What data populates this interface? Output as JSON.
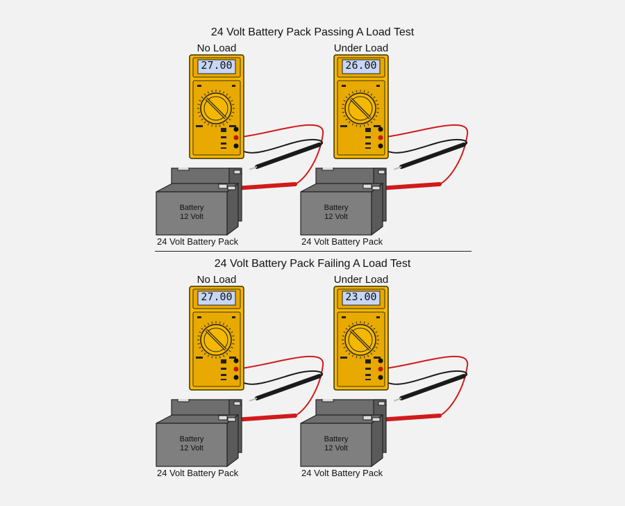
{
  "sections": [
    {
      "title": "24 Volt Battery Pack Passing A Load Test",
      "panels": [
        {
          "label": "No Load",
          "reading": "27.00",
          "battery_line1": "Battery",
          "battery_line2": "12 Volt",
          "pack_label": "24 Volt Battery Pack"
        },
        {
          "label": "Under Load",
          "reading": "26.00",
          "battery_line1": "Battery",
          "battery_line2": "12 Volt",
          "pack_label": "24 Volt Battery Pack"
        }
      ]
    },
    {
      "title": "24 Volt Battery Pack Failing A Load Test",
      "panels": [
        {
          "label": "No Load",
          "reading": "27.00",
          "battery_line1": "Battery",
          "battery_line2": "12 Volt",
          "pack_label": "24 Volt Battery Pack"
        },
        {
          "label": "Under Load",
          "reading": "23.00",
          "battery_line1": "Battery",
          "battery_line2": "12 Volt",
          "pack_label": "24 Volt Battery Pack"
        }
      ]
    }
  ],
  "colors": {
    "meter_body": "#f5b800",
    "meter_outline": "#3a2f00",
    "lcd": "#c8d6f5",
    "battery": "#7f7f7f",
    "red_lead": "#d11a1a",
    "black_lead": "#1a1a1a",
    "background": "#f2f2f2"
  },
  "icons": [
    "multimeter-icon",
    "rotary-dial-icon",
    "battery-icon",
    "probe-icon"
  ]
}
